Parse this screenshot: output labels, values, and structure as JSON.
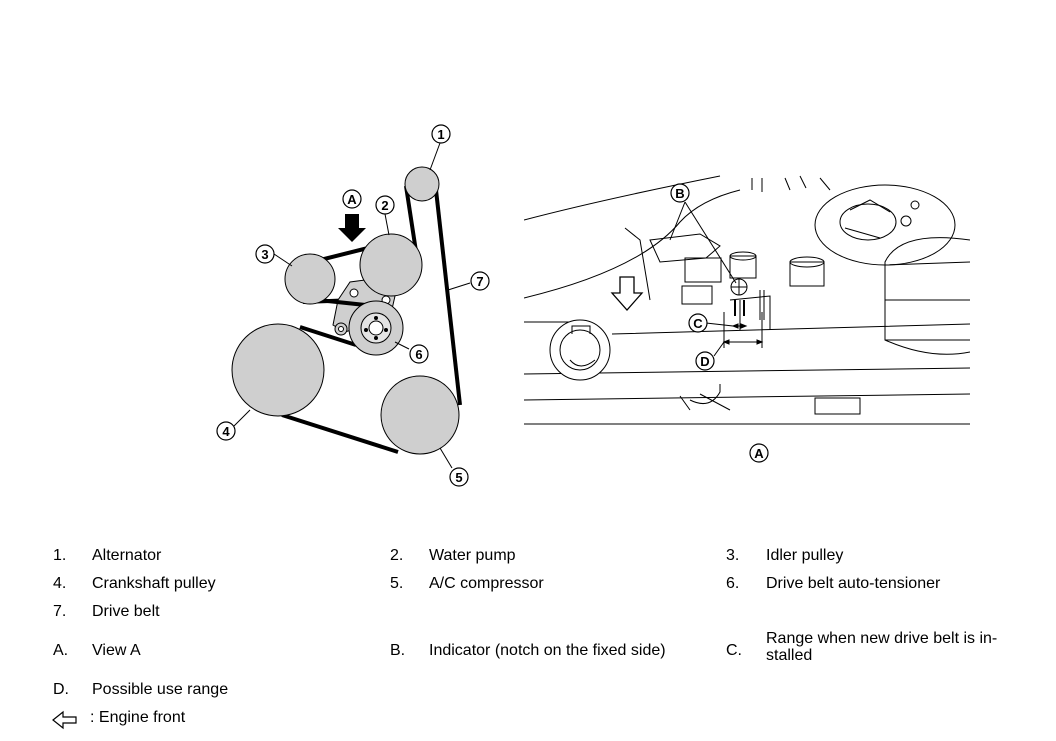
{
  "callouts": {
    "c1": "1",
    "c2": "2",
    "c3": "3",
    "c4": "4",
    "c5": "5",
    "c6": "6",
    "c7": "7",
    "a_left": "A",
    "a_bottom": "A",
    "b": "B",
    "c": "C",
    "d": "D"
  },
  "legend": {
    "items": [
      {
        "num": "1.",
        "text": "Alternator"
      },
      {
        "num": "2.",
        "text": "Water pump"
      },
      {
        "num": "3.",
        "text": "Idler pulley"
      },
      {
        "num": "4.",
        "text": "Crankshaft pulley"
      },
      {
        "num": "5.",
        "text": "A/C compressor"
      },
      {
        "num": "6.",
        "text": "Drive belt auto-tensioner"
      },
      {
        "num": "7.",
        "text": "Drive belt"
      },
      {
        "num": "A.",
        "text": "View A"
      },
      {
        "num": "B.",
        "text": "Indicator (notch on the fixed side)"
      },
      {
        "num": "C.",
        "text": "Range when new drive belt is in-stalled"
      },
      {
        "num": "D.",
        "text": "Possible use range"
      }
    ],
    "engine_front": ": Engine front"
  },
  "icons": {
    "view_arrow": "down-arrow-icon",
    "engine_front_arrow": "left-arrow-icon"
  }
}
